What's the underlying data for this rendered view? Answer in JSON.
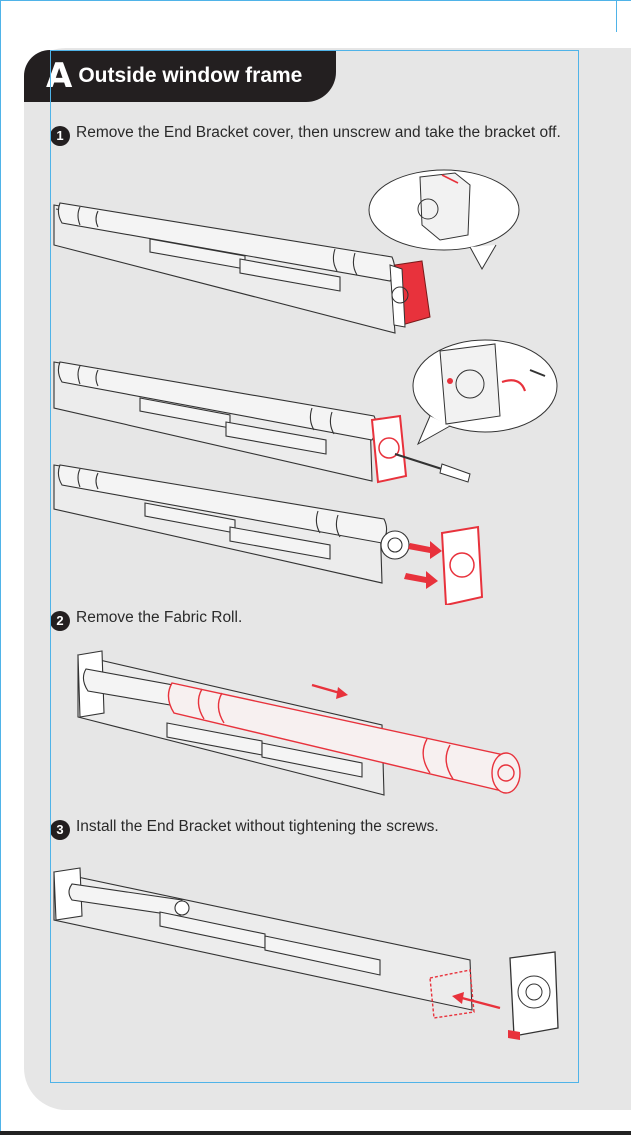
{
  "section": {
    "letter": "A",
    "title": "Outside window frame"
  },
  "steps": [
    {
      "number": "1",
      "text": "Remove the End Bracket cover, then unscrew and take the bracket off."
    },
    {
      "number": "2",
      "text": "Remove the Fabric Roll."
    },
    {
      "number": "3",
      "text": "Install the End Bracket without tightening the screws."
    }
  ],
  "colors": {
    "banner": "#231f20",
    "panel": "#e6e6e6",
    "highlight": "#e8323c",
    "guide": "#4fb3e8"
  },
  "icons": [
    "numbered-circle-icon",
    "arrow-icon",
    "screwdriver-icon"
  ]
}
